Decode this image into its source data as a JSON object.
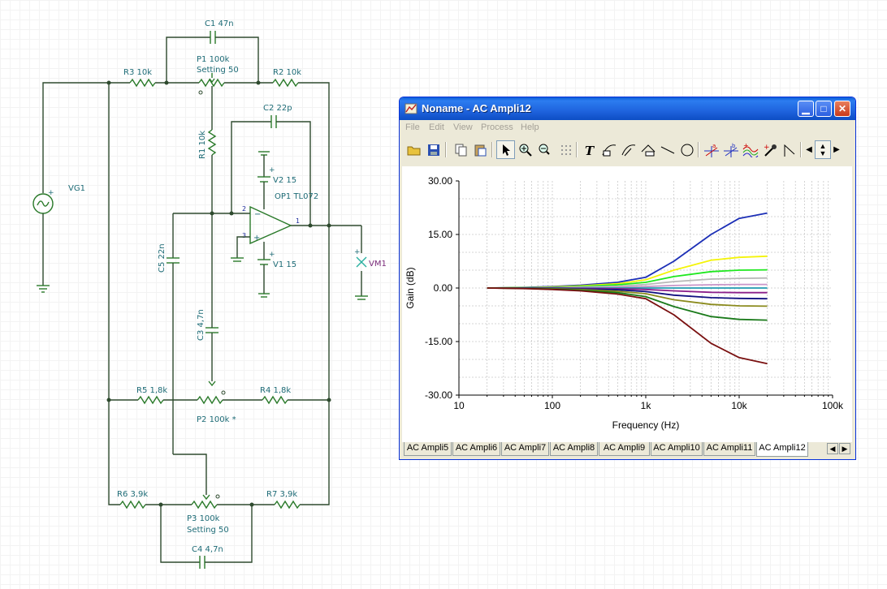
{
  "schematic": {
    "vg1": "VG1",
    "c1": "C1 47n",
    "p1": "P1 100k",
    "p1_setting": "Setting 50",
    "r3": "R3 10k",
    "r2": "R2 10k",
    "c2": "C2 22p",
    "r1": "R1 10k",
    "v2": "V2 15",
    "op1": "OP1 TL072",
    "v1": "V1 15",
    "c5": "C5 22n",
    "c3": "C3 4,7n",
    "vm1": "VM1",
    "r5": "R5 1,8k",
    "r4": "R4 1,8k",
    "p2": "P2 100k *",
    "r6": "R6 3,9k",
    "r7": "R7 3,9k",
    "p3": "P3 100k",
    "p3_setting": "Setting 50",
    "c4": "C4 4,7n",
    "pin2": "2",
    "pin3": "3",
    "pin1": "1",
    "pin_minus": "−",
    "pin_plus": "+",
    "plus1": "+",
    "plus2": "+",
    "plus_vm": "+"
  },
  "window": {
    "title": "Noname - AC Ampli12",
    "menu": [
      "File",
      "Edit",
      "View",
      "Process",
      "Help"
    ],
    "tabs": [
      "AC Ampli5",
      "AC Ampli6",
      "AC Ampli7",
      "AC Ampli8",
      "AC Ampli9",
      "AC Ampli10",
      "AC Ampli11",
      "AC Ampli12"
    ],
    "active_tab": "AC Ampli12",
    "toolbar_icons": [
      "open-icon",
      "save-icon",
      "copy-icon",
      "paste-icon",
      "pointer-icon",
      "zoom-in-icon",
      "zoom-100-icon",
      "grid-icon",
      "text-icon",
      "curve-label-icon",
      "curve-label-2-icon",
      "line-icon-a",
      "line-icon",
      "circle-icon",
      "cursor-a-icon",
      "cursor-b-icon",
      "curves-icon",
      "picker-icon",
      "marker-icon"
    ]
  },
  "chart_data": {
    "type": "line",
    "xlabel": "Frequency (Hz)",
    "ylabel": "Gain (dB)",
    "xscale": "log",
    "xlim": [
      10,
      100000
    ],
    "ylim": [
      -30,
      30
    ],
    "x_ticks": [
      "10",
      "100",
      "1k",
      "10k",
      "100k"
    ],
    "y_ticks": [
      "30.00",
      "15.00",
      "0.00",
      "-15.00",
      "-30.00"
    ],
    "grid": true,
    "x": [
      20,
      50,
      100,
      200,
      500,
      1000,
      2000,
      5000,
      10000,
      20000
    ],
    "series": [
      {
        "color": "#1c2fb6",
        "values": [
          0,
          0.15,
          0.4,
          0.8,
          1.6,
          3.0,
          7.5,
          15.0,
          19.5,
          21.0
        ]
      },
      {
        "color": "#f4f40a",
        "values": [
          0,
          0.1,
          0.3,
          0.6,
          1.2,
          2.3,
          5.0,
          7.8,
          8.6,
          8.9
        ]
      },
      {
        "color": "#1ee81e",
        "values": [
          0,
          0.08,
          0.2,
          0.4,
          0.9,
          1.6,
          3.2,
          4.6,
          5.0,
          5.1
        ]
      },
      {
        "color": "#b8b8b8",
        "values": [
          0,
          0.05,
          0.12,
          0.25,
          0.5,
          1.0,
          1.8,
          2.5,
          2.7,
          2.8
        ]
      },
      {
        "color": "#c896c8",
        "values": [
          0,
          0.02,
          0.05,
          0.1,
          0.2,
          0.4,
          0.7,
          0.9,
          1.0,
          1.0
        ]
      },
      {
        "color": "#1f9ab0",
        "values": [
          0,
          0,
          0,
          0,
          0,
          0,
          0,
          0,
          0,
          0
        ]
      },
      {
        "color": "#8a1f8a",
        "values": [
          0,
          -0.02,
          -0.05,
          -0.1,
          -0.2,
          -0.4,
          -0.8,
          -1.2,
          -1.3,
          -1.3
        ]
      },
      {
        "color": "#101080",
        "values": [
          0,
          -0.05,
          -0.1,
          -0.25,
          -0.5,
          -1.0,
          -2.0,
          -2.7,
          -2.9,
          -3.0
        ]
      },
      {
        "color": "#8a8a1c",
        "values": [
          0,
          -0.08,
          -0.2,
          -0.4,
          -0.9,
          -1.6,
          -3.3,
          -4.6,
          -5.0,
          -5.1
        ]
      },
      {
        "color": "#1a7a1a",
        "values": [
          0,
          -0.1,
          -0.3,
          -0.6,
          -1.3,
          -2.4,
          -5.2,
          -8.0,
          -8.8,
          -9.0
        ]
      },
      {
        "color": "#7a1010",
        "values": [
          0,
          -0.15,
          -0.4,
          -0.8,
          -1.7,
          -3.0,
          -7.5,
          -15.5,
          -19.5,
          -21.2
        ]
      }
    ]
  }
}
